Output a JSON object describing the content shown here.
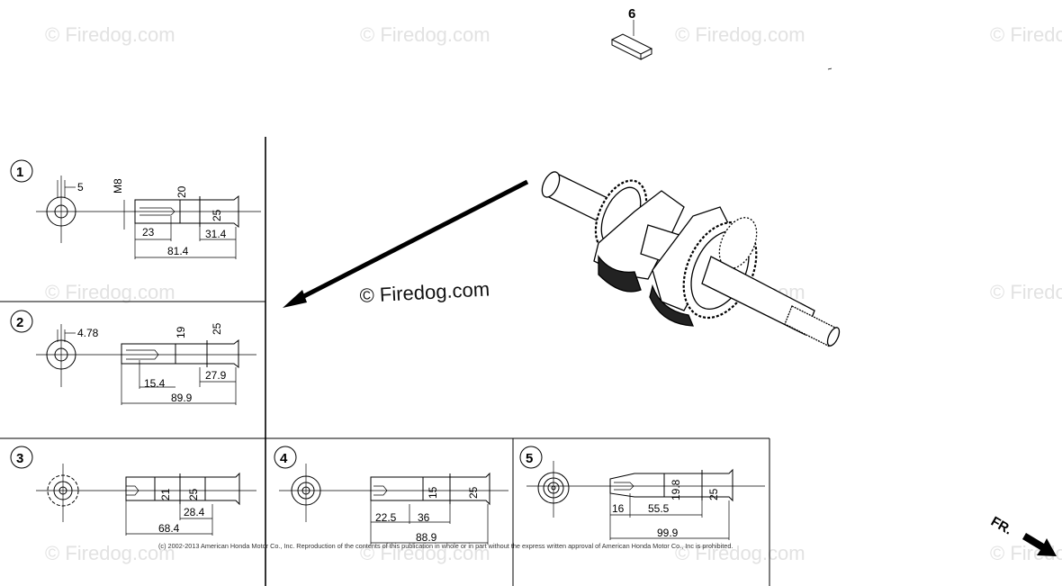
{
  "watermark_text": "© Firedog.com",
  "brand_label": "© Firedog.com",
  "copyright": "(c) 2002-2013 American Honda Motor Co., Inc. Reproduction of the contents of this publication in whole or in part without the express written approval of American Honda Motor Co., Inc is prohibited.",
  "direction_label": "FR.",
  "part_callout": "6",
  "variants": [
    {
      "id": "1",
      "dims": [
        "5",
        "M8",
        "20",
        "25",
        "23",
        "31.4",
        "81.4"
      ]
    },
    {
      "id": "2",
      "dims": [
        "4.78",
        "19",
        "25",
        "15.4",
        "27.9",
        "89.9"
      ]
    },
    {
      "id": "3",
      "dims": [
        "21",
        "25",
        "28.4",
        "68.4"
      ]
    },
    {
      "id": "4",
      "dims": [
        "15",
        "25",
        "22.5",
        "36",
        "88.9"
      ]
    },
    {
      "id": "5",
      "dims": [
        "19.8",
        "25",
        "16",
        "55.5",
        "99.9"
      ]
    }
  ]
}
